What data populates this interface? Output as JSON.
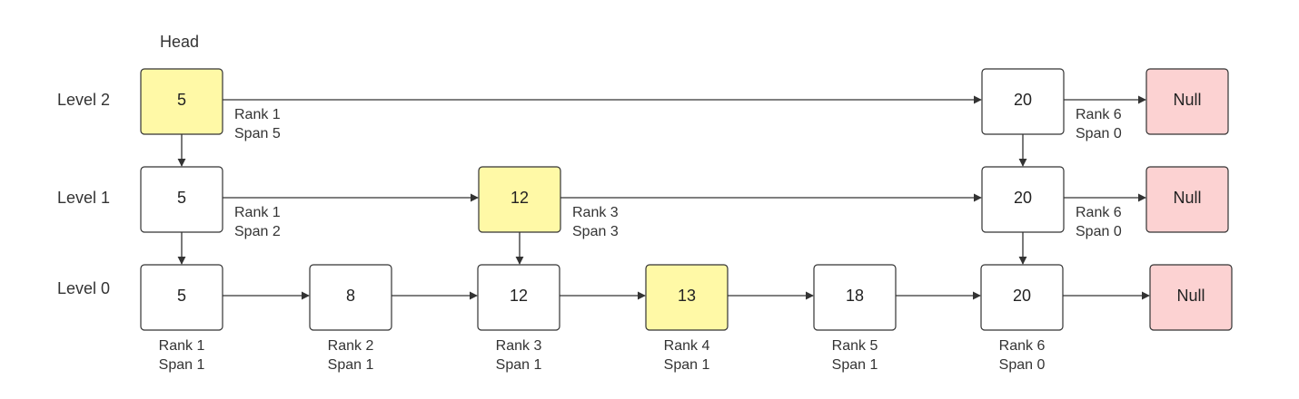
{
  "head_label": "Head",
  "colors": {
    "plain": "#ffffff",
    "highlight": "#fff9a6",
    "null": "#fcd2d2",
    "stroke": "#333333"
  },
  "levels": [
    {
      "id": "level-2",
      "label": "Level 2"
    },
    {
      "id": "level-1",
      "label": "Level 1"
    },
    {
      "id": "level-0",
      "label": "Level 0"
    }
  ],
  "nodes": [
    {
      "id": "l2-5",
      "level": 2,
      "value": "5",
      "kind": "highlight",
      "annotation": [
        "Rank 1",
        "Span 5"
      ]
    },
    {
      "id": "l2-20",
      "level": 2,
      "value": "20",
      "kind": "plain",
      "annotation": [
        "Rank 6",
        "Span 0"
      ]
    },
    {
      "id": "l2-null",
      "level": 2,
      "value": "Null",
      "kind": "null",
      "annotation": []
    },
    {
      "id": "l1-5",
      "level": 1,
      "value": "5",
      "kind": "plain",
      "annotation": [
        "Rank 1",
        "Span 2"
      ]
    },
    {
      "id": "l1-12",
      "level": 1,
      "value": "12",
      "kind": "highlight",
      "annotation": [
        "Rank 3",
        "Span 3"
      ]
    },
    {
      "id": "l1-20",
      "level": 1,
      "value": "20",
      "kind": "plain",
      "annotation": [
        "Rank 6",
        "Span 0"
      ]
    },
    {
      "id": "l1-null",
      "level": 1,
      "value": "Null",
      "kind": "null",
      "annotation": []
    },
    {
      "id": "l0-5",
      "level": 0,
      "value": "5",
      "kind": "plain",
      "annotation": [
        "Rank 1",
        "Span 1"
      ]
    },
    {
      "id": "l0-8",
      "level": 0,
      "value": "8",
      "kind": "plain",
      "annotation": [
        "Rank 2",
        "Span 1"
      ]
    },
    {
      "id": "l0-12",
      "level": 0,
      "value": "12",
      "kind": "plain",
      "annotation": [
        "Rank 3",
        "Span 1"
      ]
    },
    {
      "id": "l0-13",
      "level": 0,
      "value": "13",
      "kind": "highlight",
      "annotation": [
        "Rank 4",
        "Span 1"
      ]
    },
    {
      "id": "l0-18",
      "level": 0,
      "value": "18",
      "kind": "plain",
      "annotation": [
        "Rank 5",
        "Span 1"
      ]
    },
    {
      "id": "l0-20",
      "level": 0,
      "value": "20",
      "kind": "plain",
      "annotation": [
        "Rank 6",
        "Span 0"
      ]
    },
    {
      "id": "l0-null",
      "level": 0,
      "value": "Null",
      "kind": "null",
      "annotation": []
    }
  ],
  "edges": [
    {
      "from": "l2-5",
      "to": "l2-20"
    },
    {
      "from": "l2-20",
      "to": "l2-null"
    },
    {
      "from": "l1-5",
      "to": "l1-12"
    },
    {
      "from": "l1-12",
      "to": "l1-20"
    },
    {
      "from": "l1-20",
      "to": "l1-null"
    },
    {
      "from": "l0-5",
      "to": "l0-8"
    },
    {
      "from": "l0-8",
      "to": "l0-12"
    },
    {
      "from": "l0-12",
      "to": "l0-13"
    },
    {
      "from": "l0-13",
      "to": "l0-18"
    },
    {
      "from": "l0-18",
      "to": "l0-20"
    },
    {
      "from": "l0-20",
      "to": "l0-null"
    },
    {
      "from": "l2-5",
      "to": "l1-5"
    },
    {
      "from": "l1-5",
      "to": "l0-5"
    },
    {
      "from": "l1-12",
      "to": "l0-12"
    },
    {
      "from": "l2-20",
      "to": "l1-20"
    },
    {
      "from": "l1-20",
      "to": "l0-20"
    }
  ]
}
